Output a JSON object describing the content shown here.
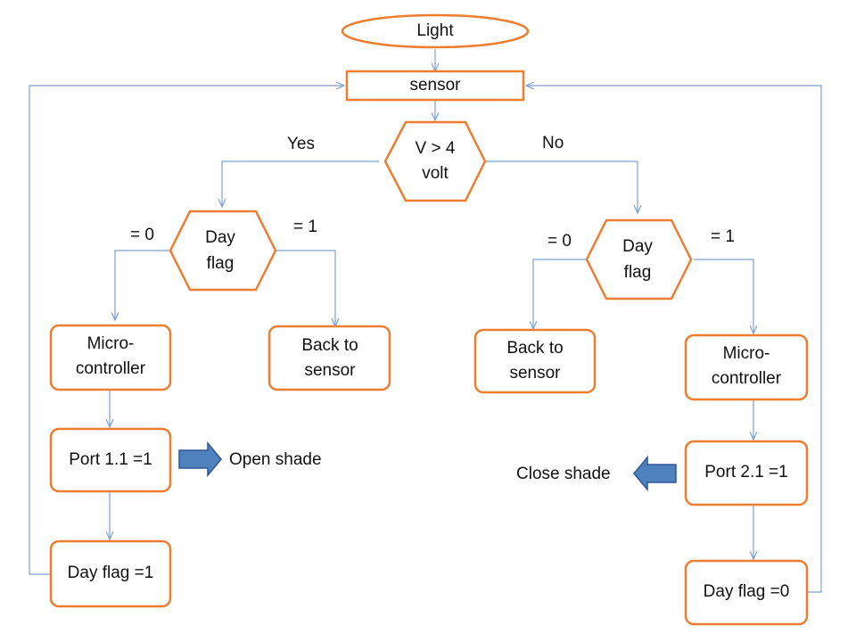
{
  "nodes": {
    "light": "Light",
    "sensor": "sensor",
    "decision_v": [
      "V > 4",
      "volt"
    ],
    "flag_left": [
      "Day",
      "flag"
    ],
    "flag_right": [
      "Day",
      "flag"
    ],
    "mc_left": [
      "Micro-",
      "controller"
    ],
    "back_left": [
      "Back to",
      "sensor"
    ],
    "back_right": [
      "Back to",
      "sensor"
    ],
    "mc_right": [
      "Micro-",
      "controller"
    ],
    "port_left": "Port 1.1 =1",
    "port_right": "Port 2.1 =1",
    "dayflag_left": "Day flag =1",
    "dayflag_right": "Day flag =0"
  },
  "edges": {
    "yes": "Yes",
    "no": "No",
    "left_eq0": "= 0",
    "left_eq1": "= 1",
    "right_eq0": "= 0",
    "right_eq1": "= 1"
  },
  "actions": {
    "open_shade": "Open shade",
    "close_shade": "Close shade"
  },
  "colors": {
    "shape_stroke": "#ed7d31",
    "connector": "#7f9fcf",
    "action_arrow": "#4f81bd"
  }
}
